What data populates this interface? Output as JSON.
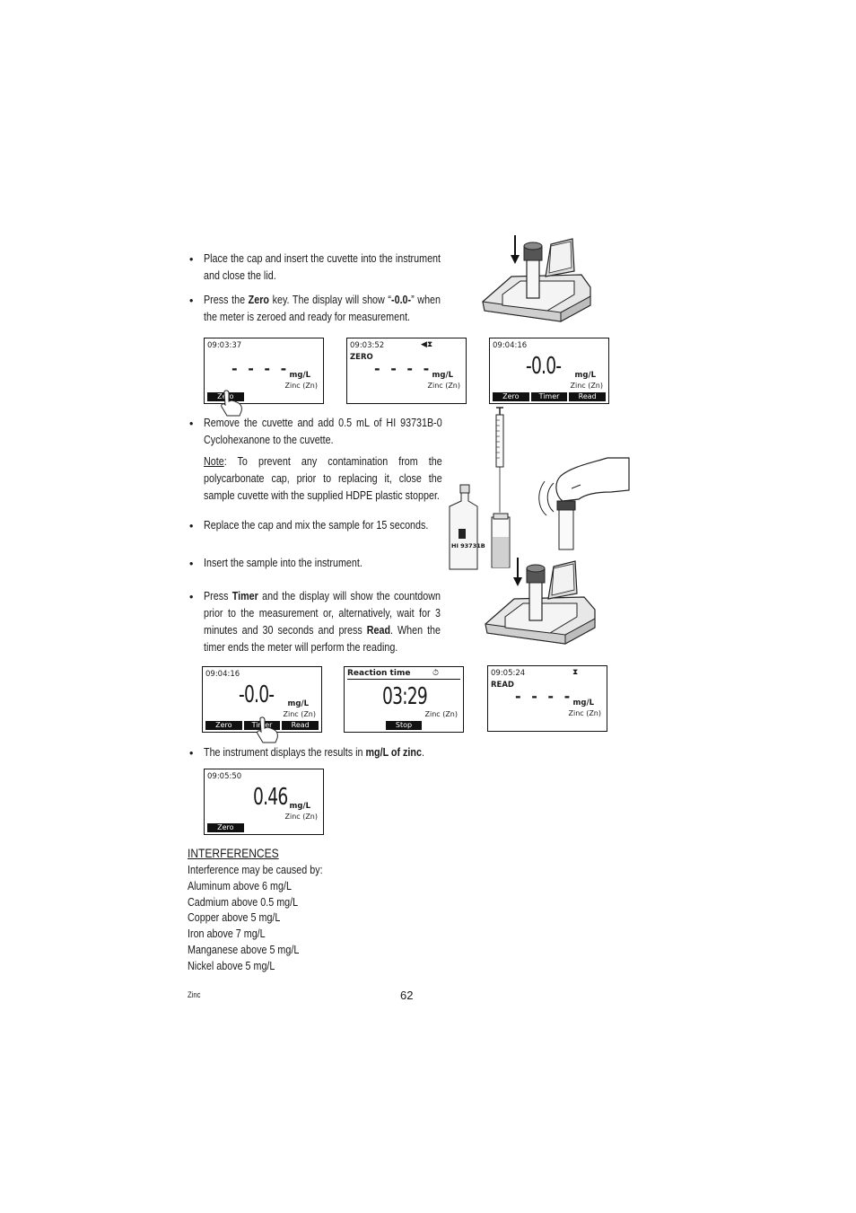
{
  "steps": {
    "s1": "Place the cap and insert the cuvette into the instrument and close the lid.",
    "s2_a": "Press the ",
    "s2_key": "Zero",
    "s2_b": " key. The display will show “",
    "s2_val": "-0.0-",
    "s2_c": "” when the meter is zeroed and ready for measurement.",
    "s3": "Remove the cuvette and add 0.5 mL of HI 93731B-0 Cyclohexanone to the cuvette.",
    "note_label": "Note",
    "note_text": ": To prevent any contamination from the polycarbonate cap, prior to replacing it, close the sample cuvette with the supplied HDPE plastic stopper.",
    "s4": "Replace the cap and mix the sample for 15 seconds.",
    "s5": "Insert the sample into the instrument.",
    "s6_a": "Press ",
    "s6_key": "Timer",
    "s6_b": " and the display will show the countdown prior to the measurement or, alternatively, wait for 3 minutes and 30 seconds and press ",
    "s6_key2": "Read",
    "s6_c": ". When the timer ends the meter will perform the reading.",
    "s7_a": "The instrument displays the results in ",
    "s7_b": "mg/L of zinc",
    "s7_c": "."
  },
  "bullet": "•",
  "bottle_label": "HI 93731B",
  "screens": {
    "unit": "mg/L",
    "param": "Zinc (Zn)",
    "dashes": "- - - -",
    "sk_zero": "Zero",
    "sk_timer": "Timer",
    "sk_read": "Read",
    "sk_stop": "Stop",
    "a1_time": "09:03:37",
    "a2_time": "09:03:52",
    "a2_mode": "ZERO",
    "a3_time": "09:04:16",
    "a3_value": "-0.0-",
    "b1_time": "09:04:16",
    "b1_value": "-0.0-",
    "b2_header": "Reaction time",
    "b2_value": "03:29",
    "b3_time": "09:05:24",
    "b3_mode": "READ",
    "c1_time": "09:05:50",
    "c1_value": "0.46"
  },
  "interferences": {
    "heading": "INTERFERENCES",
    "intro": "Interference may be caused by:",
    "items": [
      "Aluminum above 6 mg/L",
      "Cadmium above 0.5 mg/L",
      "Copper above 5 mg/L",
      "Iron above 7 mg/L",
      "Manganese above 5 mg/L",
      "Nickel above 5 mg/L"
    ]
  },
  "footer": {
    "section": "Zinc",
    "page": "62"
  }
}
